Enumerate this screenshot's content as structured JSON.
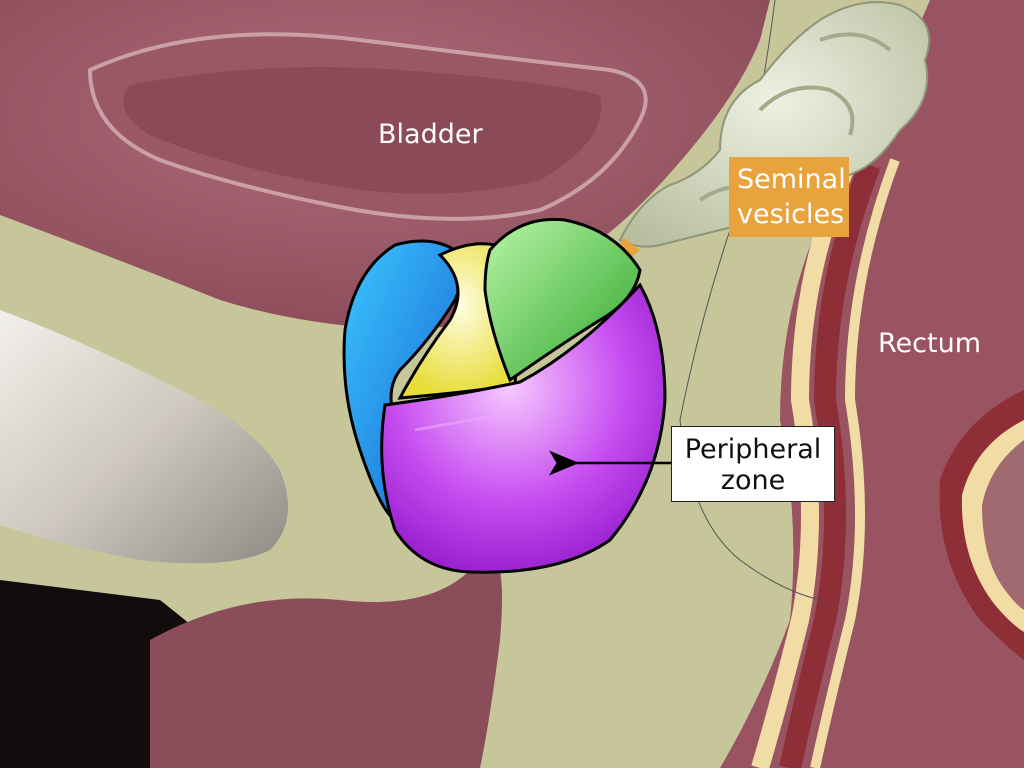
{
  "labels": {
    "bladder": "Bladder",
    "seminal_line1": "Seminal",
    "seminal_line2": "vesicles",
    "rectum": "Rectum",
    "peripheral_line1": "Peripheral",
    "peripheral_line2": "zone"
  },
  "colors": {
    "background": "#c6c69a",
    "tissue": "#8c4d5b",
    "tissue_light": "#b67d89",
    "bone": "#d8d4cc",
    "seminal_vesicles": "#d7dcc2",
    "rectum_wall_outer": "#8e2f37",
    "rectum_wall_band": "#f0dca4",
    "zone_blue": "#1e8ef0",
    "zone_green": "#5ed24a",
    "zone_yellow": "#f3ef95",
    "peripheral_zone": "#c54ce8",
    "callout_fill": "#e8a33d"
  }
}
